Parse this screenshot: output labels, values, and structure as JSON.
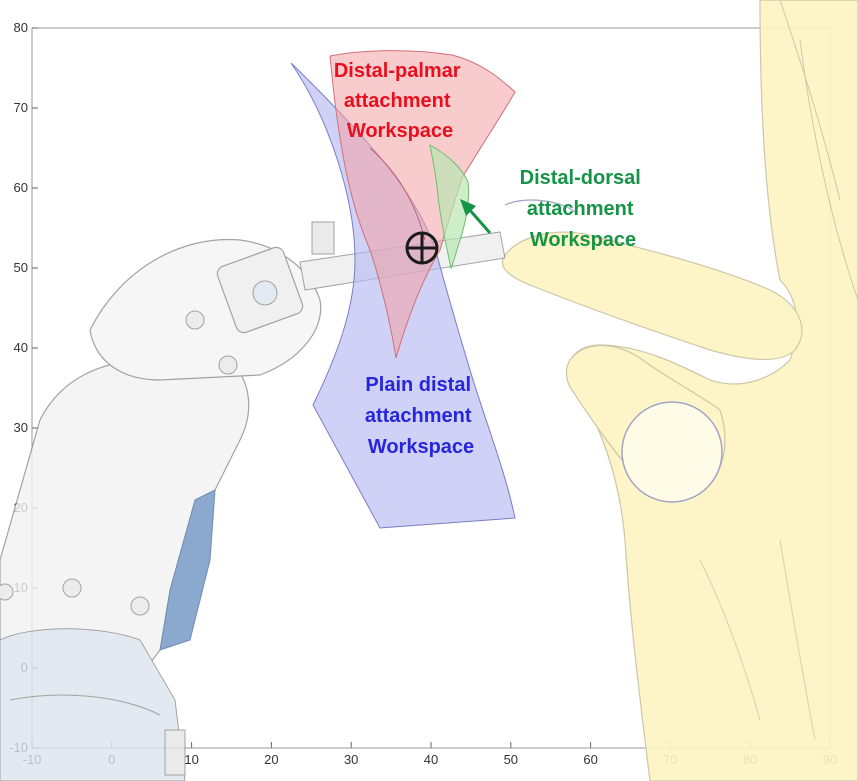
{
  "axes": {
    "x_ticks": [
      "-10",
      "0",
      "10",
      "20",
      "30",
      "40",
      "50",
      "60",
      "70",
      "80",
      "90"
    ],
    "y_ticks": [
      "-10",
      "0",
      "10",
      "20",
      "30",
      "40",
      "50",
      "60",
      "70",
      "80"
    ],
    "xlim": [
      -10,
      90
    ],
    "ylim": [
      -10,
      80
    ],
    "grid": false
  },
  "labels": {
    "palmar": [
      "Distal-palmar",
      "attachment",
      "Workspace"
    ],
    "dorsal": [
      "Distal-dorsal",
      "attachment",
      "Workspace"
    ],
    "plain": [
      "Plain distal",
      "attachment",
      "Workspace"
    ]
  },
  "colors": {
    "palmar_text": "#e8101e",
    "dorsal_text": "#159447",
    "plain_text": "#2626dc",
    "palmar_fill": "#f2a0a4",
    "dorsal_fill": "#b9e7b2",
    "plain_fill": "#b7b8f3",
    "hand_fill": "#fdf5c2",
    "hand_stroke": "#c8c0a0",
    "robot_stroke": "#8c8c8c",
    "robot_blue": "#6f93c4",
    "arrow": "#159447"
  },
  "icons": {
    "target": "crosshair-circle-icon",
    "arrow": "green-arrow-icon"
  }
}
